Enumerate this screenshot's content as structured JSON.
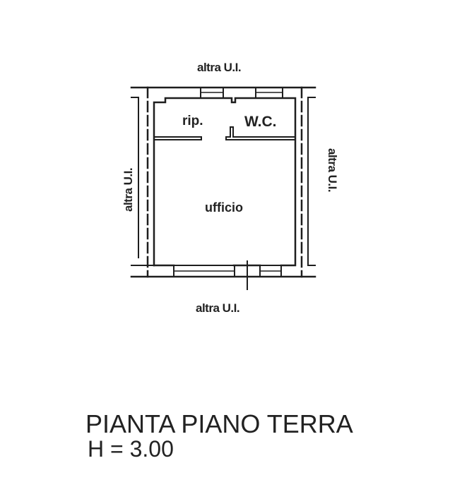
{
  "plan": {
    "neighbors": {
      "top": "altra U.I.",
      "bottom": "altra U.I.",
      "left": "altra U.I.",
      "right": "altra U.I."
    },
    "rooms": {
      "storage": "rip.",
      "bathroom": "W.C.",
      "office": "ufficio"
    }
  },
  "caption": {
    "title": "PIANTA PIANO TERRA",
    "height": "H = 3.00"
  },
  "colors": {
    "line": "#1e1e1e",
    "background": "#ffffff"
  }
}
